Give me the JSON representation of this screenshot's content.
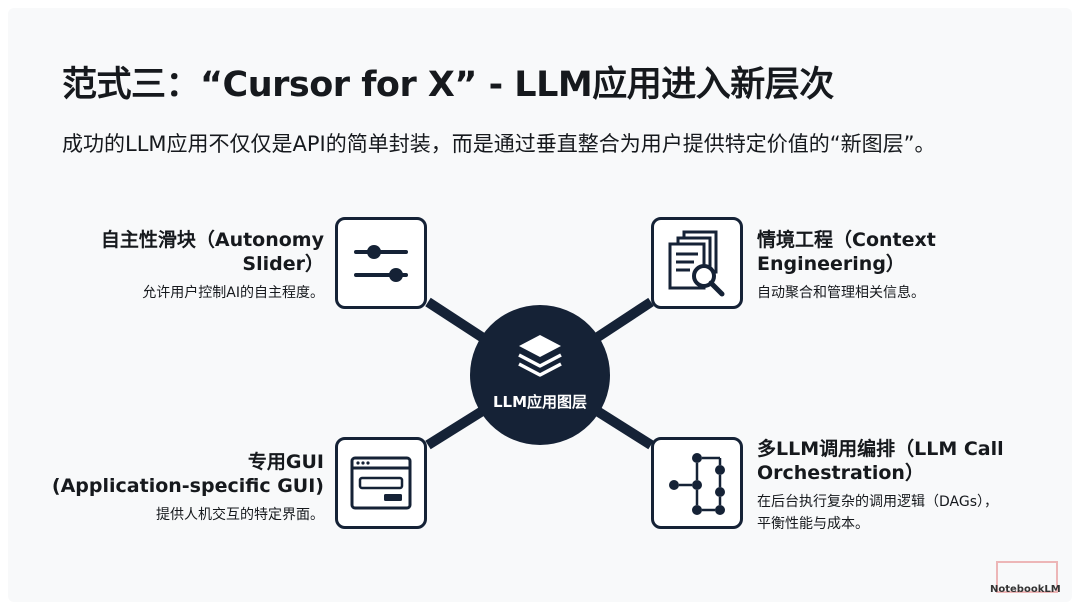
{
  "title": "范式三：“Cursor for X” - LLM应用进入新层次",
  "subtitle": "成功的LLM应用不仅仅是API的简单封装，而是通过垂直整合为用户提供特定价值的“新图层”。",
  "hub": {
    "label": "LLM应用图层",
    "icon": "layers-icon"
  },
  "features": {
    "autonomy": {
      "title_line1": "自主性滑块（Autonomy",
      "title_line2": "Slider）",
      "desc": "允许用户控制AI的自主程度。",
      "icon": "sliders-icon"
    },
    "context": {
      "title_line1": "情境工程（Context",
      "title_line2": "Engineering）",
      "desc": "自动聚合和管理相关信息。",
      "icon": "document-search-icon"
    },
    "gui": {
      "title_line1": "专用GUI",
      "title_line2": "(Application-specific GUI)",
      "desc": "提供人机交互的特定界面。",
      "icon": "app-window-icon"
    },
    "orchestration": {
      "title_line1": "多LLM调用编排（LLM Call",
      "title_line2": "Orchestration）",
      "desc_line1": "在后台执行复杂的调用逻辑（DAGs），",
      "desc_line2": "平衡性能与成本。",
      "icon": "flow-graph-icon"
    }
  },
  "badge": {
    "text": "NotebookLM"
  },
  "colors": {
    "primary": "#152236",
    "background": "#f8f9fa",
    "text": "#16191d"
  }
}
